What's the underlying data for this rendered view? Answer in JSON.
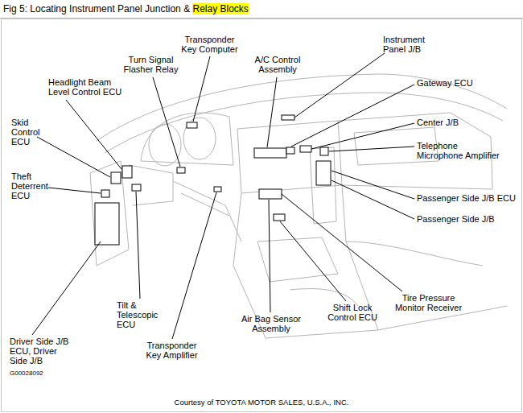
{
  "diagram": {
    "title": "Fig 5: Locating Instrument Panel Junction & Relay Blocks",
    "caption": "Courtesy of TOYOTA MOTOR SALES, U.S.A., INC.",
    "labels": [
      "Transponder Key Computer",
      "Instrument Panel J/B",
      "Turn Signal Flasher Relay",
      "A/C Control Assembly",
      "Headlight Beam Level Control ECU",
      "Gateway ECU",
      "Skid Control ECU",
      "Center J/B",
      "Telephone Microphone Amplifier",
      "Theft Deterrent ECU",
      "Passenger Side J/B ECU",
      "Passenger Side J/B",
      "Tire Pressure Monitor Receiver",
      "Tilt & Telescopic ECU",
      "Shift Lock Control ECU",
      "Driver Side J/B ECU, Driver Side J/B",
      "Air Bag Sensor Assembly",
      "Transponder Key Amplifier",
      "G00028092"
    ]
  }
}
